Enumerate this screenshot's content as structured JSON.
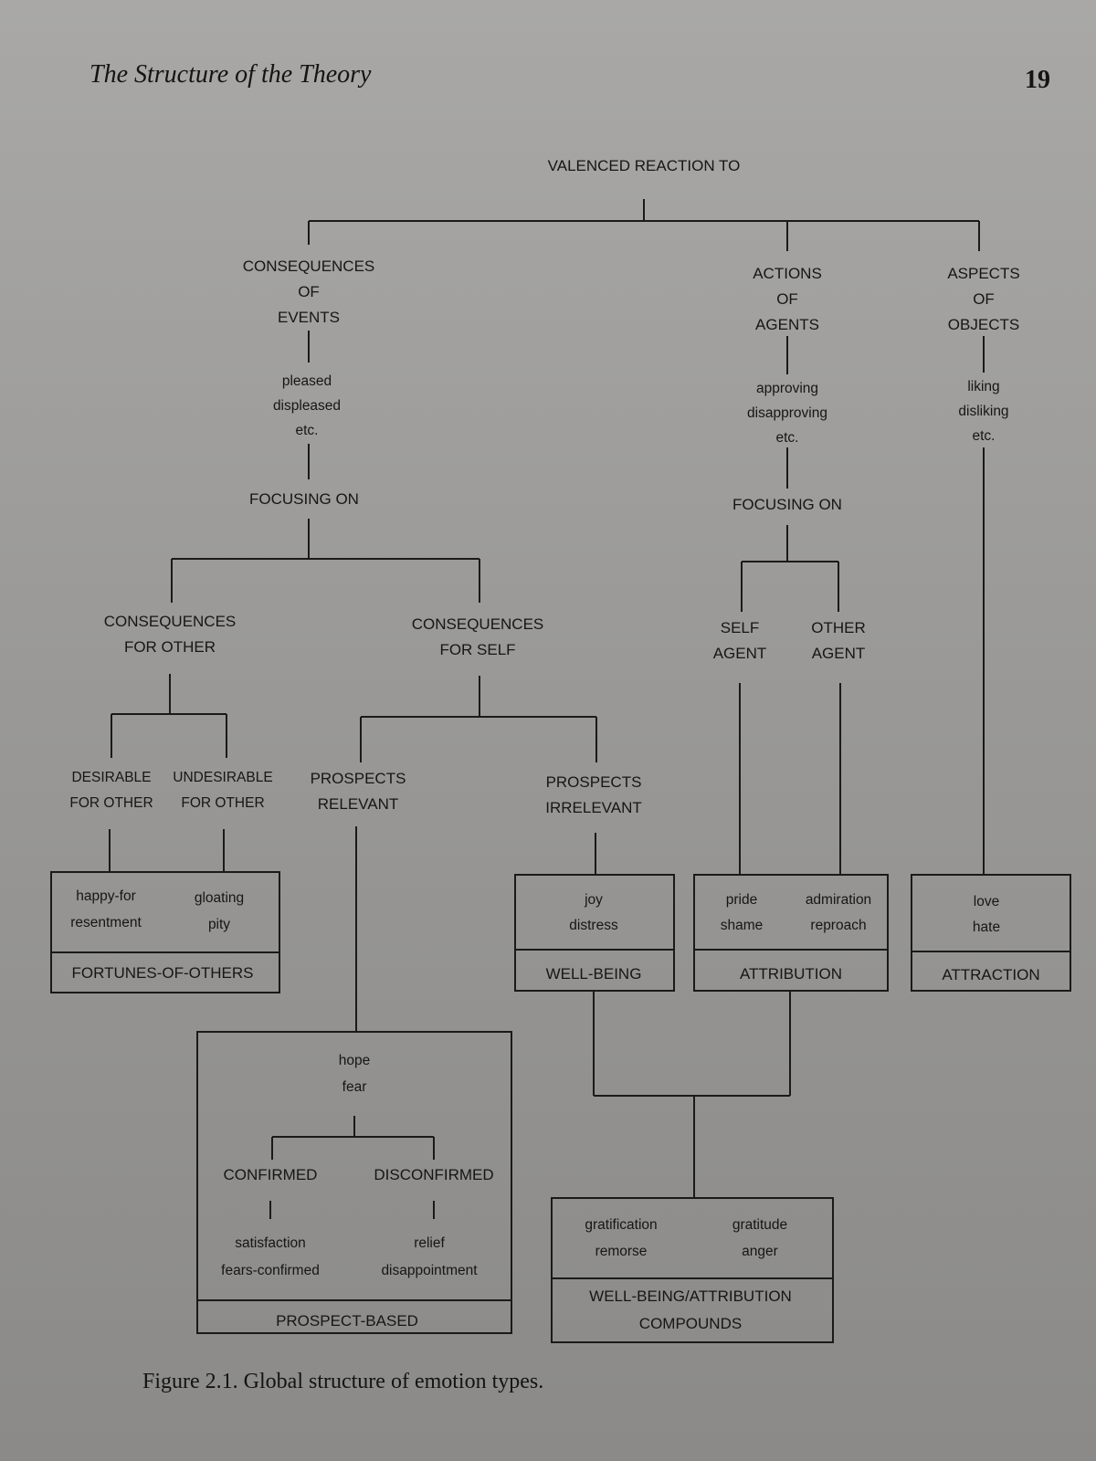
{
  "header": {
    "title": "The Structure of the Theory",
    "page_number": "19"
  },
  "diagram": {
    "root": "VALENCED REACTION TO",
    "branches": {
      "events": [
        "CONSEQUENCES",
        "OF",
        "EVENTS"
      ],
      "agents": [
        "ACTIONS",
        "OF",
        "AGENTS"
      ],
      "objects": [
        "ASPECTS",
        "OF",
        "OBJECTS"
      ]
    },
    "reactions": {
      "events": [
        "pleased",
        "displeased",
        "etc."
      ],
      "agents": [
        "approving",
        "disapproving",
        "etc."
      ],
      "objects": [
        "liking",
        "disliking",
        "etc."
      ]
    },
    "focusing_on": "FOCUSING ON",
    "event_focus": {
      "other": [
        "CONSEQUENCES",
        "FOR OTHER"
      ],
      "self": [
        "CONSEQUENCES",
        "FOR SELF"
      ]
    },
    "agent_focus": {
      "self": [
        "SELF",
        "AGENT"
      ],
      "other": [
        "OTHER",
        "AGENT"
      ]
    },
    "other_split": {
      "desirable": [
        "DESIRABLE",
        "FOR OTHER"
      ],
      "undesirable": [
        "UNDESIRABLE",
        "FOR OTHER"
      ]
    },
    "self_split": {
      "relevant": [
        "PROSPECTS",
        "RELEVANT"
      ],
      "irrelevant": [
        "PROSPECTS",
        "IRRELEVANT"
      ]
    },
    "boxes": {
      "fortunes": {
        "emotions": [
          "happy-for",
          "resentment",
          "gloating",
          "pity"
        ],
        "label": "FORTUNES-OF-OTHERS"
      },
      "wellbeing": {
        "emotions": [
          "joy",
          "distress"
        ],
        "label": "WELL-BEING"
      },
      "attribution": {
        "emotions": [
          "pride",
          "shame",
          "admiration",
          "reproach"
        ],
        "label": "ATTRIBUTION"
      },
      "attraction": {
        "emotions": [
          "love",
          "hate"
        ],
        "label": "ATTRACTION"
      },
      "prospect": {
        "emotions": [
          "hope",
          "fear"
        ],
        "confirmed": "CONFIRMED",
        "disconfirmed": "DISCONFIRMED",
        "confirmed_emotions": [
          "satisfaction",
          "fears-confirmed"
        ],
        "disconfirmed_emotions": [
          "relief",
          "disappointment"
        ],
        "label": "PROSPECT-BASED"
      },
      "compounds": {
        "emotions": [
          "gratification",
          "remorse",
          "gratitude",
          "anger"
        ],
        "label": [
          "WELL-BEING/ATTRIBUTION",
          "COMPOUNDS"
        ]
      }
    }
  },
  "caption": "Figure 2.1. Global structure of emotion types."
}
